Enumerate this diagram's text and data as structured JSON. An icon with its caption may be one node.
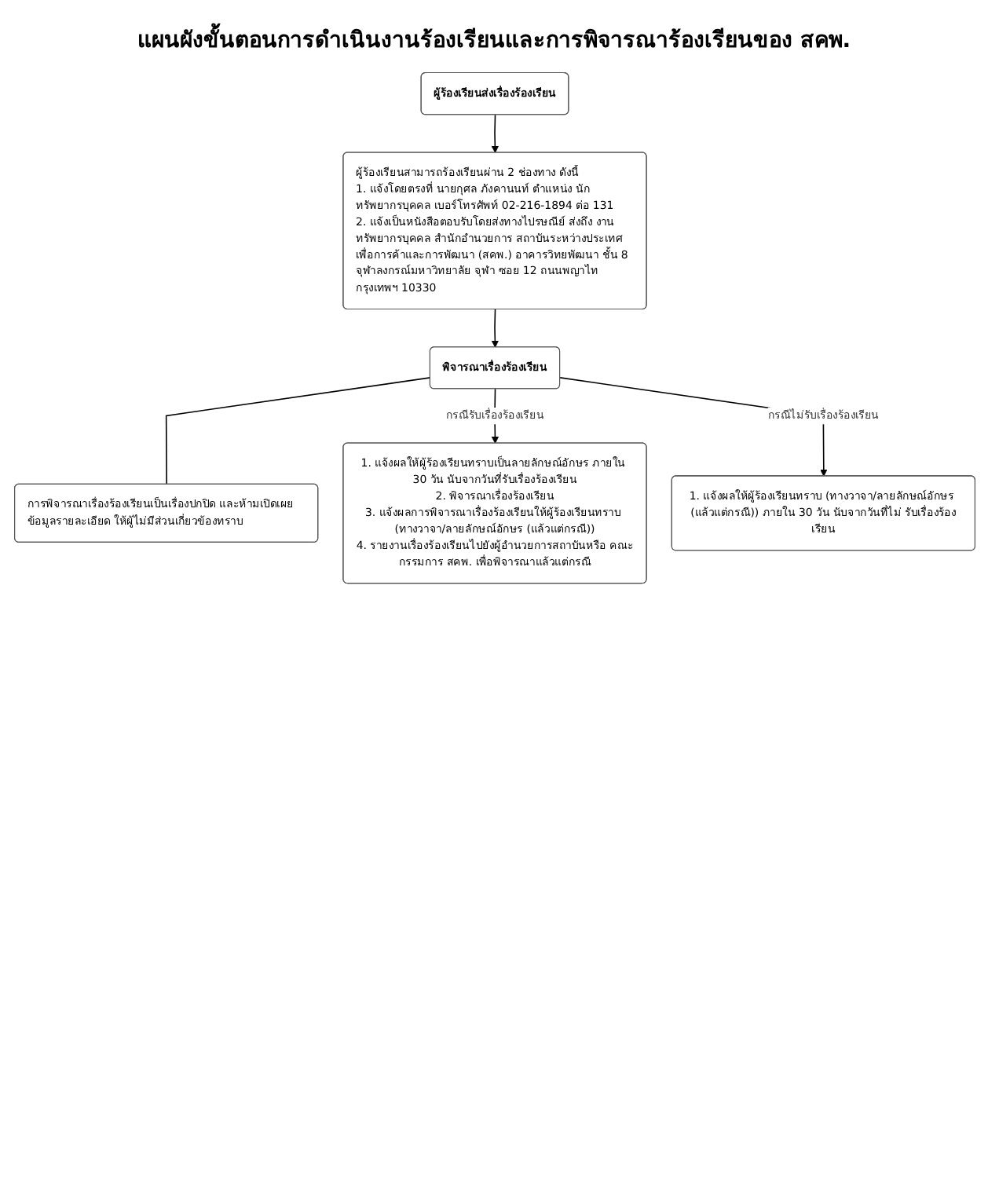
{
  "diagram": {
    "title": "แผนผังขั้นตอนการดำเนินงานร้องเรียนและการพิจารณาร้องเรียนของ สคพ.",
    "nodes": [
      {
        "text": [
          "ผู้ร้องเรียนส่งเรื่องร้องเรียน"
        ]
      },
      {
        "text": [
          "ผู้ร้องเรียนสามารถร้องเรียนผ่าน 2 ช่องทาง ดังนี้",
          "1. แจ้งโดยตรงที่ นายกุศล ภังคานนท์ ตำแหน่ง นักทรัพยากรบุคคล เบอร์โทรศัพท์ 02-216-1894 ต่อ 131",
          "2. แจ้งเป็นหนังสือตอบรับโดยส่งทางไปรษณีย์ ส่งถึง งานทรัพยากรบุคคล สำนักอำนวยการ สถาบันระหว่างประเทศเพื่อการค้าและการพัฒนา (สคพ.) อาคารวิทยพัฒนา ชั้น 8 จุฬาลงกรณ์มหาวิทยาลัย จุฬา ซอย 12 ถนนพญาไท กรุงเทพฯ 10330"
        ]
      },
      {
        "text": [
          "พิจารณาเรื่องร้องเรียน"
        ]
      },
      {
        "text": [
          "การพิจารณาเรื่องร้องเรียนเป็นเรื่องปกปิด และห้ามเปิดเผยข้อมูลรายละเอียด ให้ผู้ไม่มีส่วนเกี่ยวข้องทราบ"
        ]
      },
      {
        "text": [
          "1. แจ้งผลให้ผู้ร้องเรียนทราบเป็นลายลักษณ์อักษร ภายใน 30 วัน นับจากวันที่รับเรื่องร้องเรียน",
          "2. พิจารณาเรื่องร้องเรียน",
          "3. แจ้งผลการพิจารณาเรื่องร้องเรียนให้ผู้ร้องเรียนทราบ (ทางวาจา/ลายลักษณ์อักษร (แล้วแต่กรณี))",
          "4. รายงานเรื่องร้องเรียนไปยังผู้อำนวยการสถาบันหรือ คณะกรรมการ สคพ. เพื่อพิจารณาแล้วแต่กรณี"
        ]
      },
      {
        "text": [
          "1. แจ้งผลให้ผู้ร้องเรียนทราบ (ทางวาจา/ลายลักษณ์อักษร (แล้วแต่กรณี)) ภายใน 30 วัน นับจากวันที่ไม่ รับเรื่องร้องเรียน"
        ]
      }
    ],
    "edges": [
      {
        "from": 0,
        "to": 1,
        "arrow": "to"
      },
      {
        "from": 1,
        "to": 2,
        "arrow": "to"
      },
      {
        "from": 2,
        "to": 3,
        "arrow": "none"
      },
      {
        "from": 2,
        "to": 4,
        "arrow": "to",
        "label": "กรณีรับเรื่องร้องเรียน"
      },
      {
        "from": 2,
        "to": 5,
        "arrow": "to",
        "label": "กรณีไม่รับเรื่องร้องเรียน"
      }
    ]
  }
}
